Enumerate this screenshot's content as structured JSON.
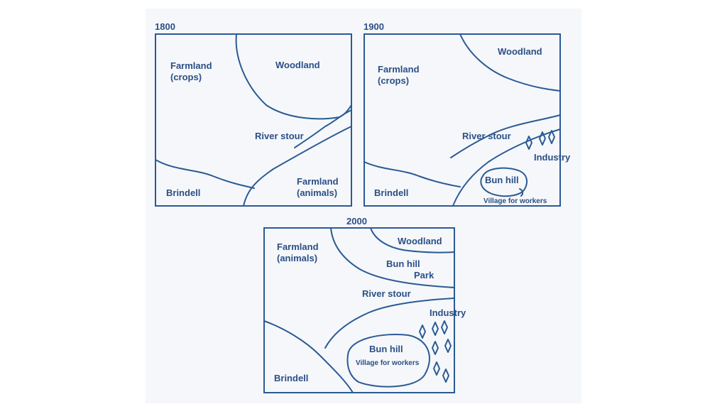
{
  "maps": {
    "m1800": {
      "year": "1800",
      "farmland_crops_1": "Farmland",
      "farmland_crops_2": "(crops)",
      "woodland": "Woodland",
      "river": "River stour",
      "farmland_animals_1": "Farmland",
      "farmland_animals_2": "(animals)",
      "brindell": "Brindell"
    },
    "m1900": {
      "year": "1900",
      "farmland_crops_1": "Farmland",
      "farmland_crops_2": "(crops)",
      "woodland": "Woodland",
      "river": "River stour",
      "industry": "Industry",
      "bun_hill": "Bun hill",
      "village": "Village for workers",
      "brindell": "Brindell"
    },
    "m2000": {
      "year": "2000",
      "farmland_animals_1": "Farmland",
      "farmland_animals_2": "(animals)",
      "woodland": "Woodland",
      "bun_hill_park_1": "Bun hill",
      "bun_hill_park_2": "Park",
      "river": "River stour",
      "industry": "Industry",
      "bun_hill": "Bun hill",
      "village": "Village for workers",
      "brindell": "Brindell"
    }
  },
  "colors": {
    "ink": "#2b5a94",
    "background": "#f5f7fa"
  },
  "icons": {
    "industry_marker": "diamond-icon"
  }
}
